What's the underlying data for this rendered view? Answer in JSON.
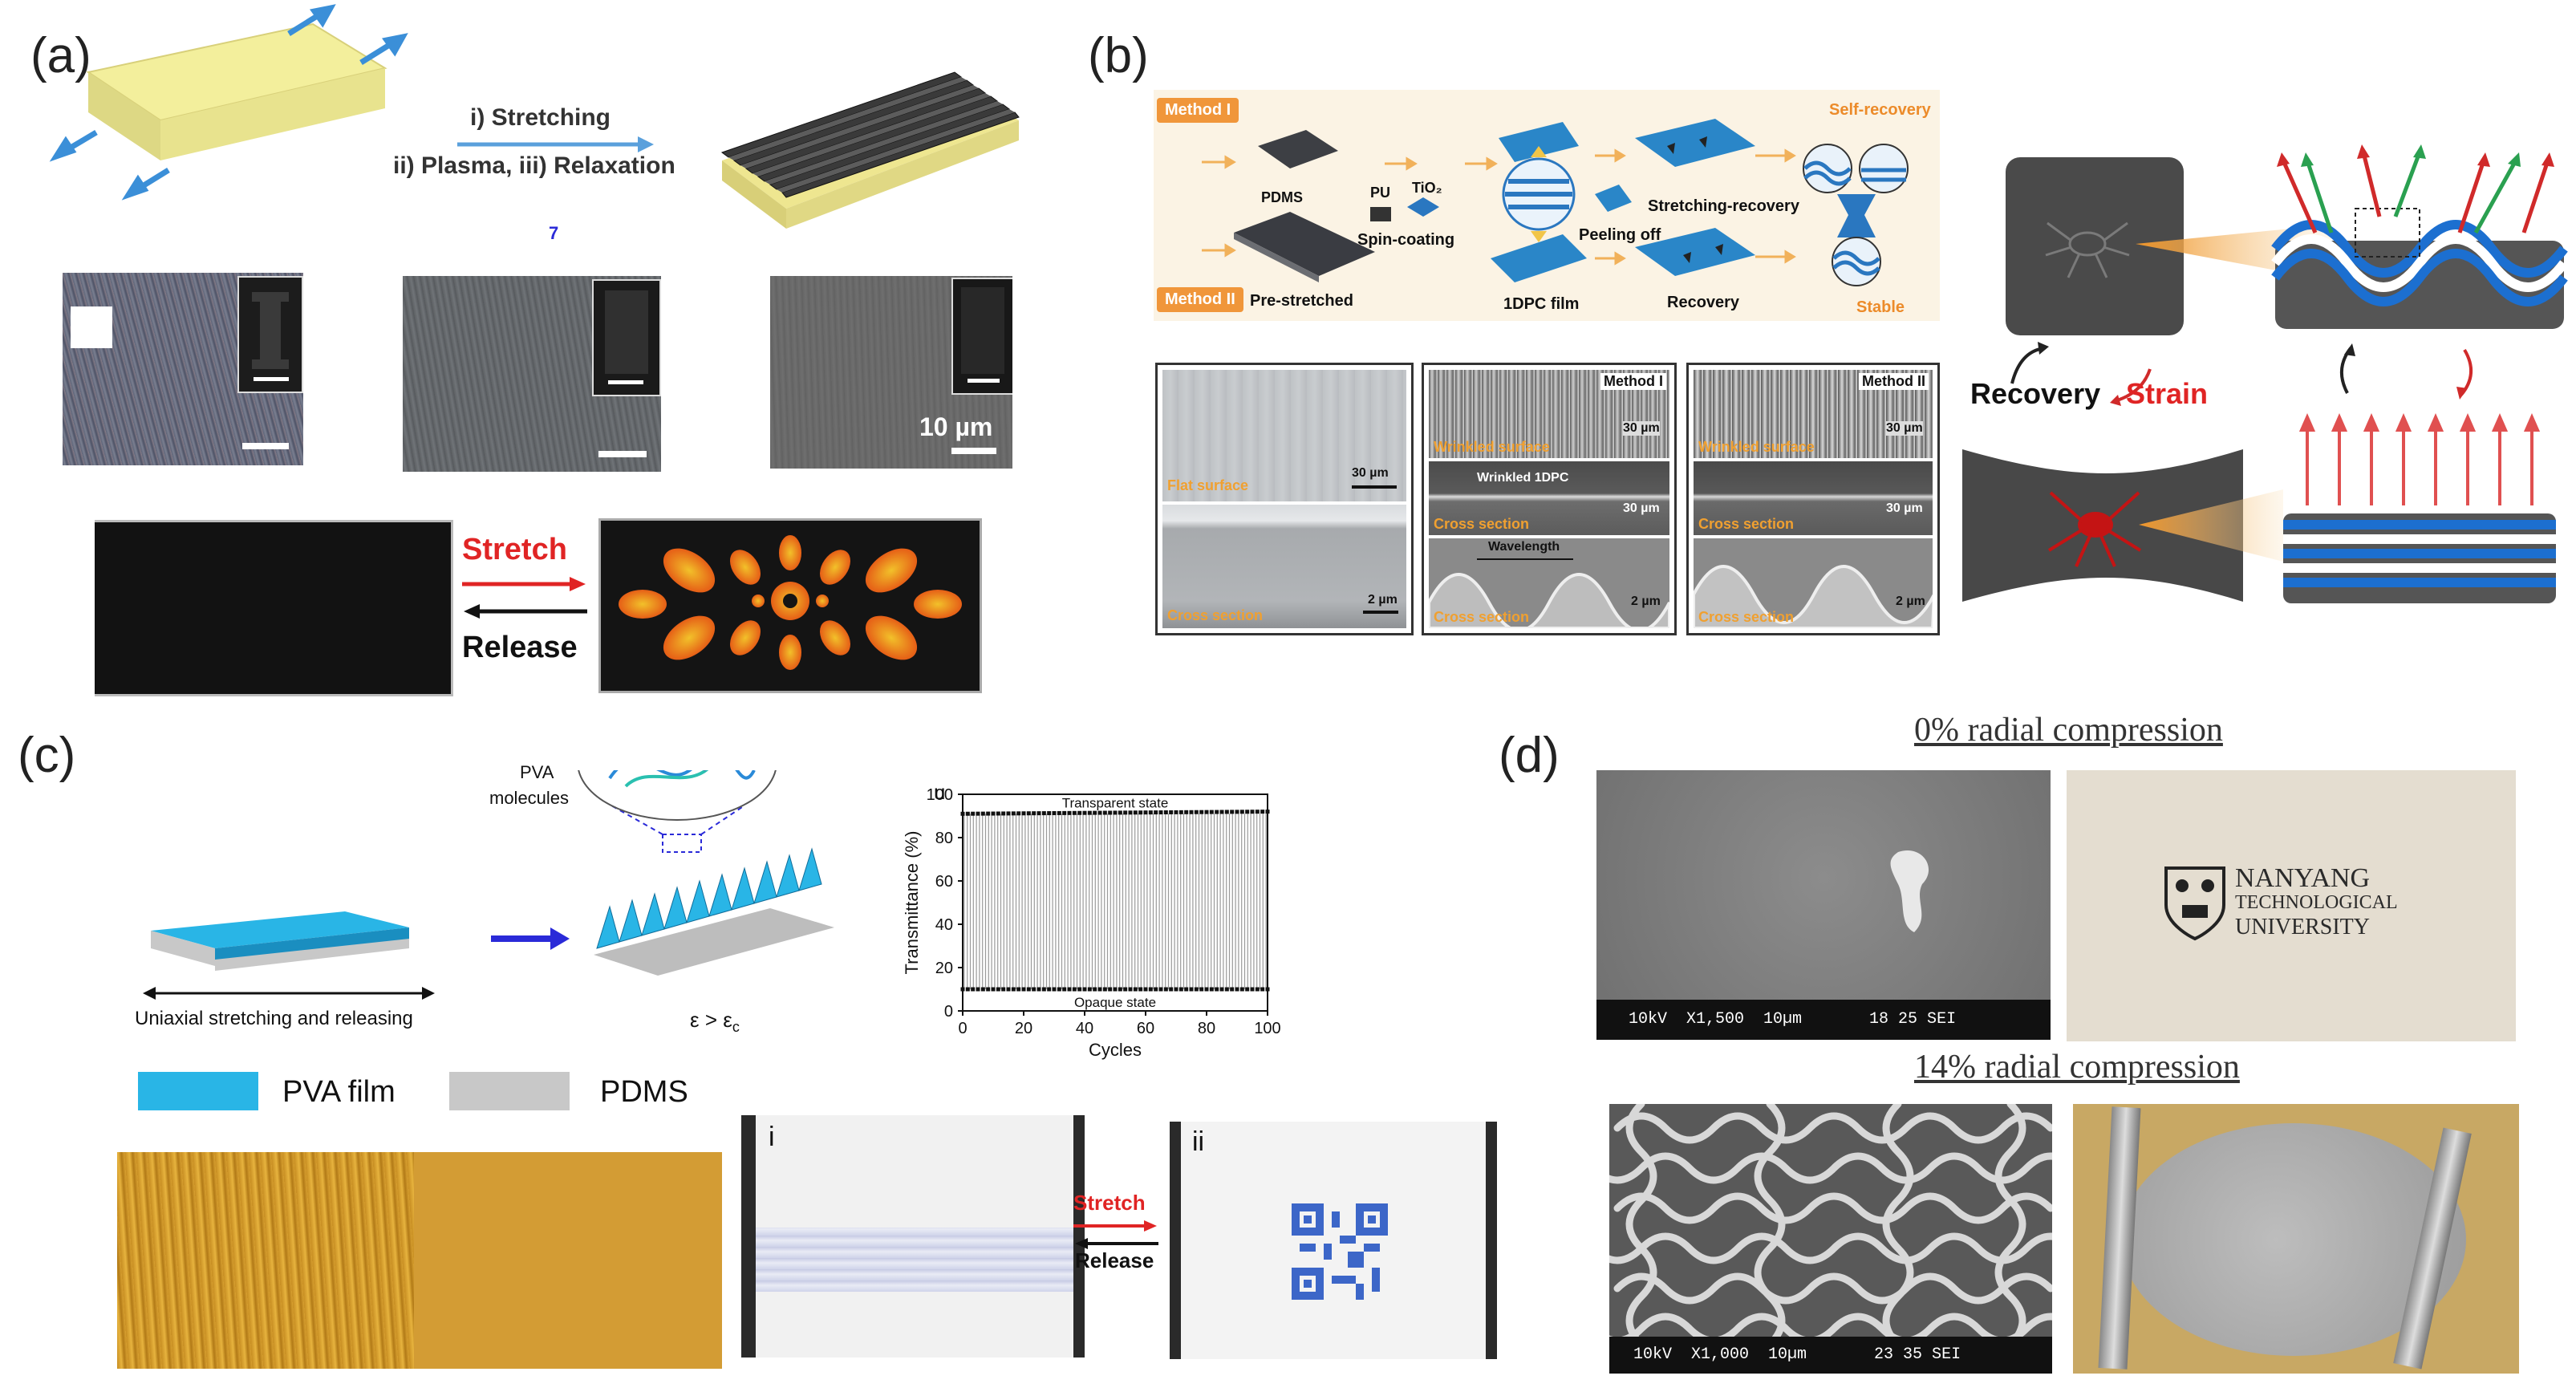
{
  "figure": {
    "panels": [
      {
        "label": "(a)"
      },
      {
        "label": "(b)"
      },
      {
        "label": "(c)"
      },
      {
        "label": "(d)"
      }
    ]
  },
  "panel_a": {
    "step1": "i) Stretching",
    "step2": "ii) Plasma, iii) Relaxation",
    "stray_mark": "7",
    "scale_text": "10 µm",
    "stretch": "Stretch",
    "release": "Release"
  },
  "panel_b": {
    "method1": "Method I",
    "method2": "Method II",
    "pdms": "PDMS",
    "pu": "PU",
    "tio2": "TiO₂",
    "spin_coating": "Spin-coating",
    "pre_stretched": "Pre-stretched",
    "film": "1DPC film",
    "peeling": "Peeling off",
    "stretch_recovery": "Stretching-recovery",
    "recovery_step": "Recovery",
    "self_recovery": "Self-recovery",
    "stable": "Stable",
    "sem": {
      "flat_surface": "Flat surface",
      "cross_section": "Cross section",
      "wrinkled_surface": "Wrinkled surface",
      "wrinkled_1dpc": "Wrinkled 1DPC",
      "wavelength": "Wavelength",
      "scale_30": "30 µm",
      "scale_2": "2 µm",
      "method1_tag": "Method I",
      "method2_tag": "Method II"
    },
    "recovery_label": "Recovery",
    "strain_label": "Strain"
  },
  "panel_c": {
    "pva_molecules_1": "PVA",
    "pva_molecules_2": "molecules",
    "uniaxial": "Uniaxial stretching and releasing",
    "epsilon": "ε > ε",
    "epsilon_sub": "c",
    "legend_pva": "PVA film",
    "legend_pdms": "PDMS",
    "photo_i": "i",
    "photo_ii": "ii",
    "stretch": "Stretch",
    "release": "Release"
  },
  "chart_data": {
    "type": "line",
    "panel_letter": "u",
    "xlabel": "Cycles",
    "ylabel": "Transmittance (%)",
    "xlim": [
      0,
      100
    ],
    "ylim": [
      0,
      100
    ],
    "xticks": [
      0,
      20,
      40,
      60,
      80,
      100
    ],
    "yticks": [
      0,
      20,
      40,
      60,
      80,
      100
    ],
    "series": [
      {
        "name": "Transparent state",
        "x": [
          0,
          100
        ],
        "values": [
          91,
          92
        ]
      },
      {
        "name": "Opaque state",
        "x": [
          0,
          100
        ],
        "values": [
          10,
          10
        ]
      }
    ],
    "cycle_count": 100,
    "colors": {
      "marker": "#111111",
      "trace": "#9a9a9a"
    }
  },
  "panel_d": {
    "title1": "0% radial compression",
    "title2": "14% radial compression",
    "sem1_bar": "10kV  X1,500  10µm       18 25 SEI",
    "sem2_bar": "10kV  X1,000  10µm       23 35 SEI",
    "logo_line1": "NANYANG",
    "logo_line2": "TECHNOLOGICAL",
    "logo_line3": "UNIVERSITY"
  },
  "colors": {
    "orange_label": "#e8952a",
    "red_arrow": "#e02424",
    "blue_arrow": "#2a2ad8",
    "pva_blue": "#29b5e6",
    "pdms_gray": "#c8c8c8",
    "ochre": "#d39c34"
  }
}
